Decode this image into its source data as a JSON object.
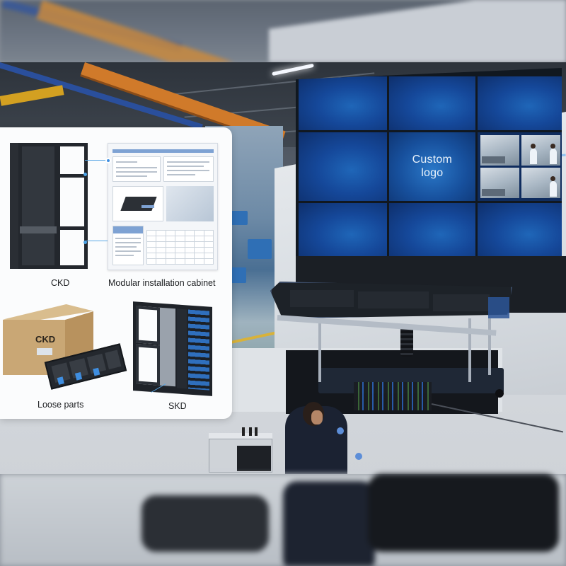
{
  "card": {
    "items": [
      {
        "id": "ckd",
        "label": "CKD"
      },
      {
        "id": "modular",
        "label": "Modular installation cabinet"
      },
      {
        "id": "loose",
        "label": "Loose parts"
      },
      {
        "id": "skd",
        "label": "SKD"
      }
    ],
    "box_label": "CKD"
  },
  "video_wall": {
    "logo_line1": "Custom",
    "logo_line2": "logo"
  },
  "colors": {
    "wall_blue": "#15489a",
    "accent_blue": "#3f8ee0",
    "crane_orange": "#d07a2a",
    "cardboard": "#c9a775"
  }
}
